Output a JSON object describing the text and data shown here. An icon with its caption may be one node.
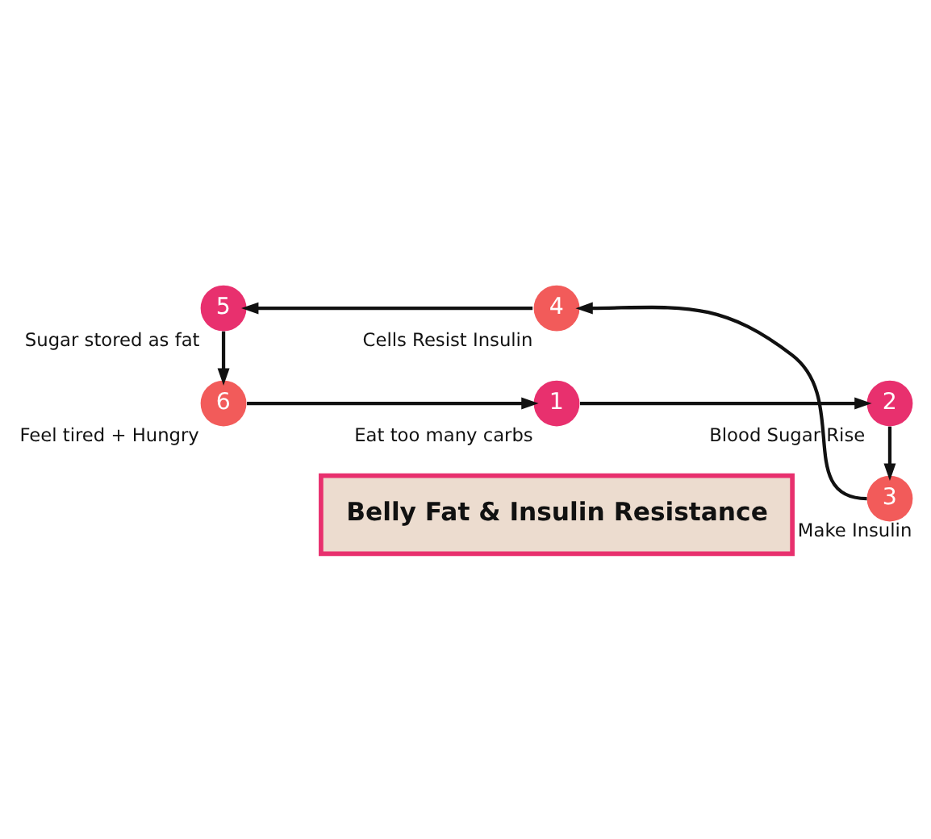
{
  "diagram": {
    "nodes": [
      {
        "text": [
          "Belly Fat & Insulin Resistance"
        ]
      },
      {
        "text": [
          "1"
        ],
        "beside": [
          "Eat too many carbs"
        ]
      },
      {
        "text": [
          "2"
        ],
        "beside": [
          "Blood Sugar Rise"
        ]
      },
      {
        "text": [
          "3"
        ],
        "beside": [
          "Make Insulin"
        ]
      },
      {
        "text": [
          "4"
        ],
        "beside": [
          "Cells Resist Insulin"
        ]
      },
      {
        "text": [
          "5"
        ],
        "beside": [
          "Sugar stored as fat"
        ]
      },
      {
        "text": [
          "6"
        ],
        "beside": [
          "Feel tired + Hungry"
        ]
      }
    ],
    "edges": [
      {
        "from": 1,
        "to": 2,
        "arrow": "to"
      },
      {
        "from": 2,
        "to": 3,
        "arrow": "to"
      },
      {
        "from": 3,
        "to": 4,
        "arrow": "to"
      },
      {
        "from": 4,
        "to": 5,
        "arrow": "to"
      },
      {
        "from": 5,
        "to": 6,
        "arrow": "to"
      },
      {
        "from": 6,
        "to": 1,
        "arrow": "to"
      }
    ]
  }
}
